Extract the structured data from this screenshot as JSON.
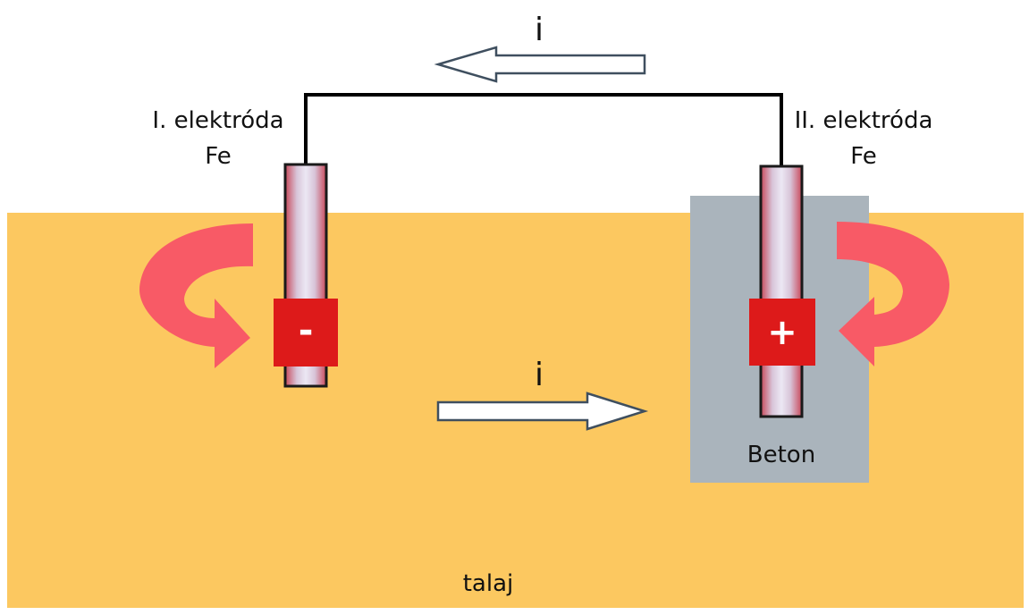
{
  "labels": {
    "electrode_1_name": "I. elektróda",
    "electrode_1_material": "Fe",
    "electrode_2_name": "II. elektróda",
    "electrode_2_material": "Fe",
    "current_top": "i",
    "current_bottom": "i",
    "concrete": "Beton",
    "soil": "talaj",
    "cathode_sign": "-",
    "anode_sign": "+"
  },
  "colors": {
    "soil": "#fcc860",
    "concrete": "#aab4bc",
    "terminal": "#dd1a1a",
    "curved_arrow": "#f85a66",
    "wire": "#000000",
    "electrode_rod": "#dcd4e8"
  }
}
